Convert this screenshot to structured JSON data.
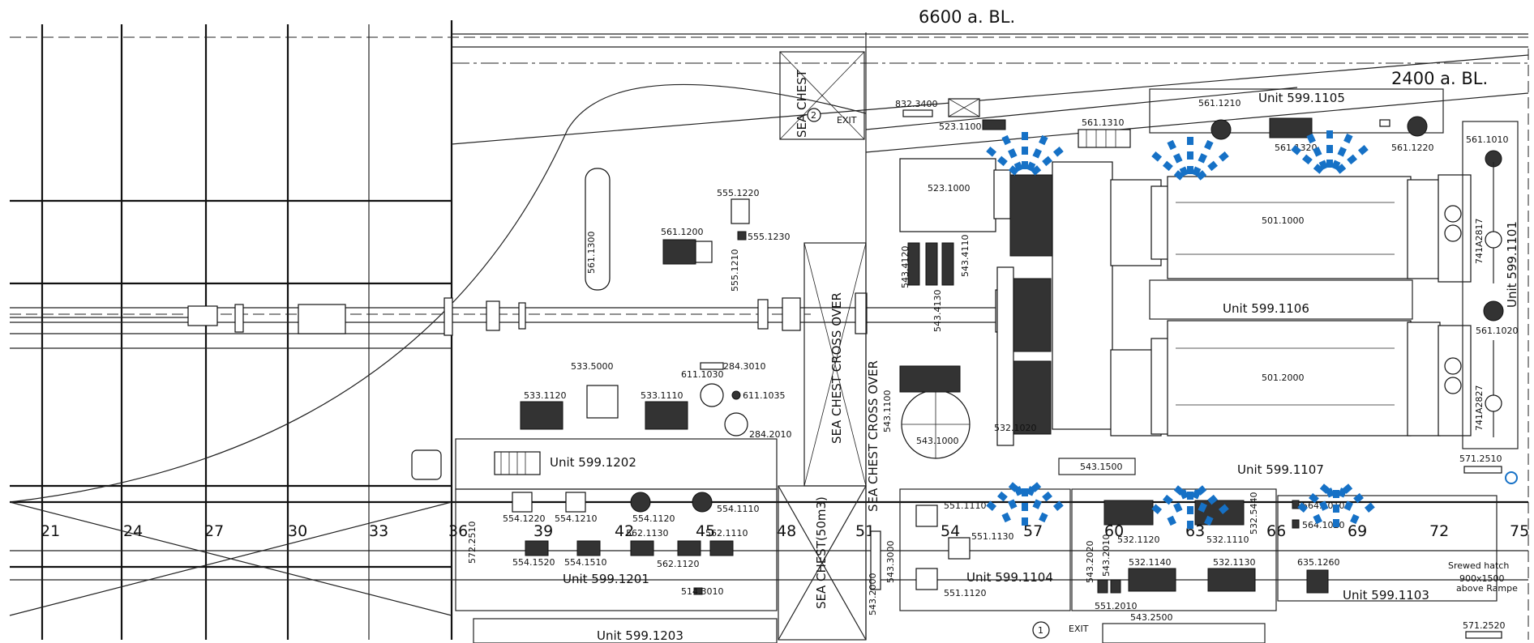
{
  "elevations": {
    "top": "6600 a. BL.",
    "right": "2400 a. BL."
  },
  "frames": [
    "21",
    "24",
    "27",
    "30",
    "33",
    "36",
    "39",
    "42",
    "45",
    "48",
    "51",
    "54",
    "57",
    "60",
    "63",
    "66",
    "69",
    "72",
    "75"
  ],
  "units": {
    "u1105": "Unit 599.1105",
    "u1106": "Unit 599.1106",
    "u1107": "Unit 599.1107",
    "u1101": "Unit 599.1101",
    "u1202": "Unit 599.1202",
    "u1201": "Unit 599.1201",
    "u1203": "Unit 599.1203",
    "u1104": "Unit 599.1104",
    "u1103": "Unit 599.1103"
  },
  "rooms": {
    "sea_chest_top": "SEA CHEST",
    "sea_chest_cross_over_1": "SEA CHEST CROSS OVER",
    "sea_chest_cross_over_2": "SEA CHEST CROSS OVER",
    "sea_chest_50": "SEA CHEST(50m3)",
    "exit_top": "EXIT",
    "exit_bottom": "EXIT",
    "marker_2": "2",
    "marker_1": "1",
    "hatch": [
      "Srewed hatch",
      "900x1500",
      "above Rampe"
    ]
  },
  "tags": {
    "t832_3400": "832.3400",
    "t523_1100": "523.1100",
    "t561_1310": "561.1310",
    "t561_1210": "561.1210",
    "t561_1320": "561.1320",
    "t561_1220": "561.1220",
    "t561_1010": "561.1010",
    "t561_1020": "561.1020",
    "t523_1000": "523.1000",
    "t501_1000": "501.1000",
    "t501_2000": "501.2000",
    "t741A2817": "741A2817",
    "t741A2827": "741A2827",
    "t555_1220": "555.1220",
    "t555_1230": "555.1230",
    "t561_1200": "561.1200",
    "t561_1300": "561.1300",
    "t555_1210": "555.1210",
    "t543_4120": "543.4120",
    "t543_4110": "543.4110",
    "t543_4130": "543.4130",
    "t533_5000": "533.5000",
    "t533_1120": "533.1120",
    "t533_1110": "533.1110",
    "t611_1030": "611.1030",
    "t284_3010": "284.3010",
    "t611_1035": "611.1035",
    "t284_2010": "284.2010",
    "t543_1100": "543.1100",
    "t543_1000": "543.1000",
    "t532_1020": "532.1020",
    "t543_1500": "543.1500",
    "t571_2510": "571.2510",
    "t572_2510": "572.2510",
    "t554_1220": "554.1220",
    "t554_1210": "554.1210",
    "t554_1120": "554.1120",
    "t554_1110": "554.1110",
    "t562_1130": "562.1130",
    "t562_1110": "562.1110",
    "t562_1120": "562.1120",
    "t554_1520": "554.1520",
    "t554_1510": "554.1510",
    "t514_3010": "514.3010",
    "t543_3000": "543.3000",
    "t543_2000": "543.2000",
    "t551_1110": "551.1110",
    "t551_1130": "551.1130",
    "t551_1120": "551.1120",
    "t543_2020": "543.2020",
    "t543_2010": "543.2010",
    "t551_2010": "551.2010",
    "t532_1120": "532.1120",
    "t532_1110": "532.1110",
    "t532_5440": "532.5440",
    "t532_1140": "532.1140",
    "t532_1130": "532.1130",
    "t543_2500": "543.2500",
    "t564_1010": "564.1010",
    "t564_1020": "564.1020",
    "t635_1260": "635.1260",
    "t571_2520": "571.2520"
  },
  "colors": {
    "line": "#222222",
    "highlight": "#1671c6",
    "background": "#ffffff"
  }
}
